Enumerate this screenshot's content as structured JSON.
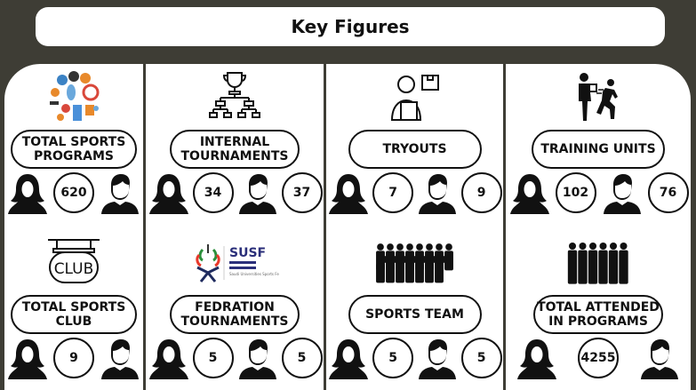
{
  "header": {
    "title": "Key Figures"
  },
  "cards": [
    {
      "label": "TOTAL SPORTS\nPROGRAMS",
      "icon": "sports-collage-icon",
      "values": [
        "620"
      ]
    },
    {
      "label": "INTERNAL\nTOURNAMENTS",
      "icon": "tournament-bracket-icon",
      "values": [
        "34",
        "37"
      ]
    },
    {
      "label": "TRYOUTS",
      "icon": "tryout-clipboard-icon",
      "values": [
        "7",
        "9"
      ]
    },
    {
      "label": "TRAINING UNITS",
      "icon": "coach-runner-icon",
      "values": [
        "102",
        "76"
      ]
    },
    {
      "label": "TOTAL SPORTS\nCLUB",
      "icon": "club-sign-icon",
      "club_sign": "CLUB",
      "values": [
        "9"
      ]
    },
    {
      "label": "FEDRATION\nTOURNAMENTS",
      "icon": "susf-logo",
      "logo_text": "SUSF",
      "logo_sub": "Saudi Universities Sports Federation",
      "values": [
        "5",
        "5"
      ]
    },
    {
      "label": "SPORTS TEAM",
      "icon": "team-crowd-icon",
      "values": [
        "5",
        "5"
      ]
    },
    {
      "label": "TOTAL ATTENDED\nIN PROGRAMS",
      "icon": "group-people-icon",
      "values": [
        "4255"
      ]
    }
  ],
  "colors": {
    "background": "#3e3d35",
    "panel": "#ffffff",
    "text": "#111111"
  }
}
